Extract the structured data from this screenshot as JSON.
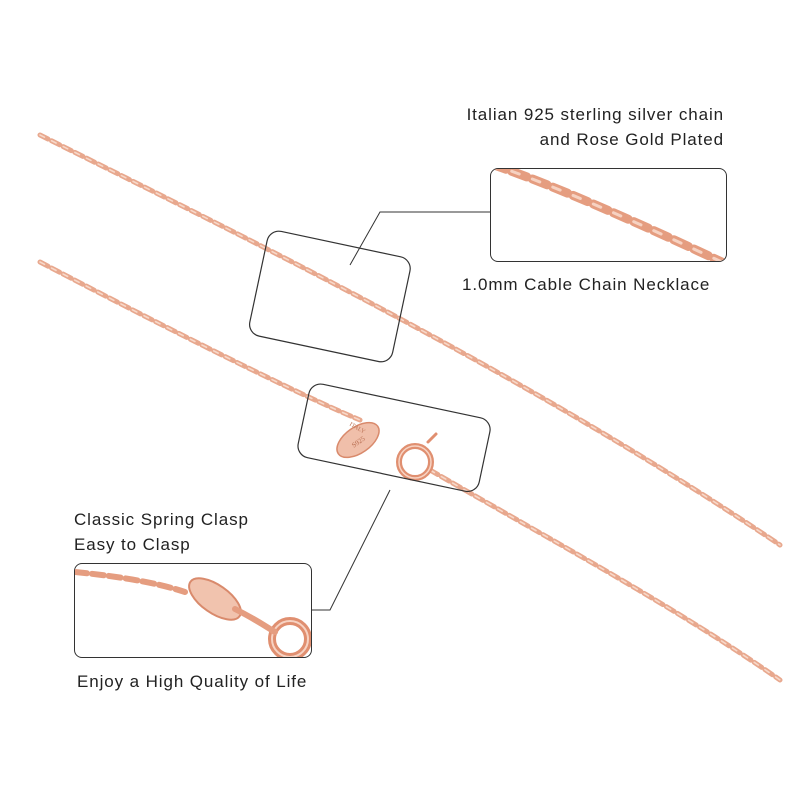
{
  "captions": {
    "material_line1": "Italian 925 sterling silver chain",
    "material_line2": "and Rose Gold Plated",
    "chain_type": "1.0mm Cable Chain Necklace",
    "clasp_line1": "Classic Spring Clasp",
    "clasp_line2": "Easy to Clasp",
    "tagline": "Enjoy a High Quality of Life"
  },
  "stamps": {
    "tag_country": "ITALY",
    "tag_purity": "S925"
  },
  "colors": {
    "chain_rose_gold": "#e59d80",
    "chain_highlight": "#f6d2c2",
    "callout_stroke": "#333333",
    "text": "#222222"
  }
}
